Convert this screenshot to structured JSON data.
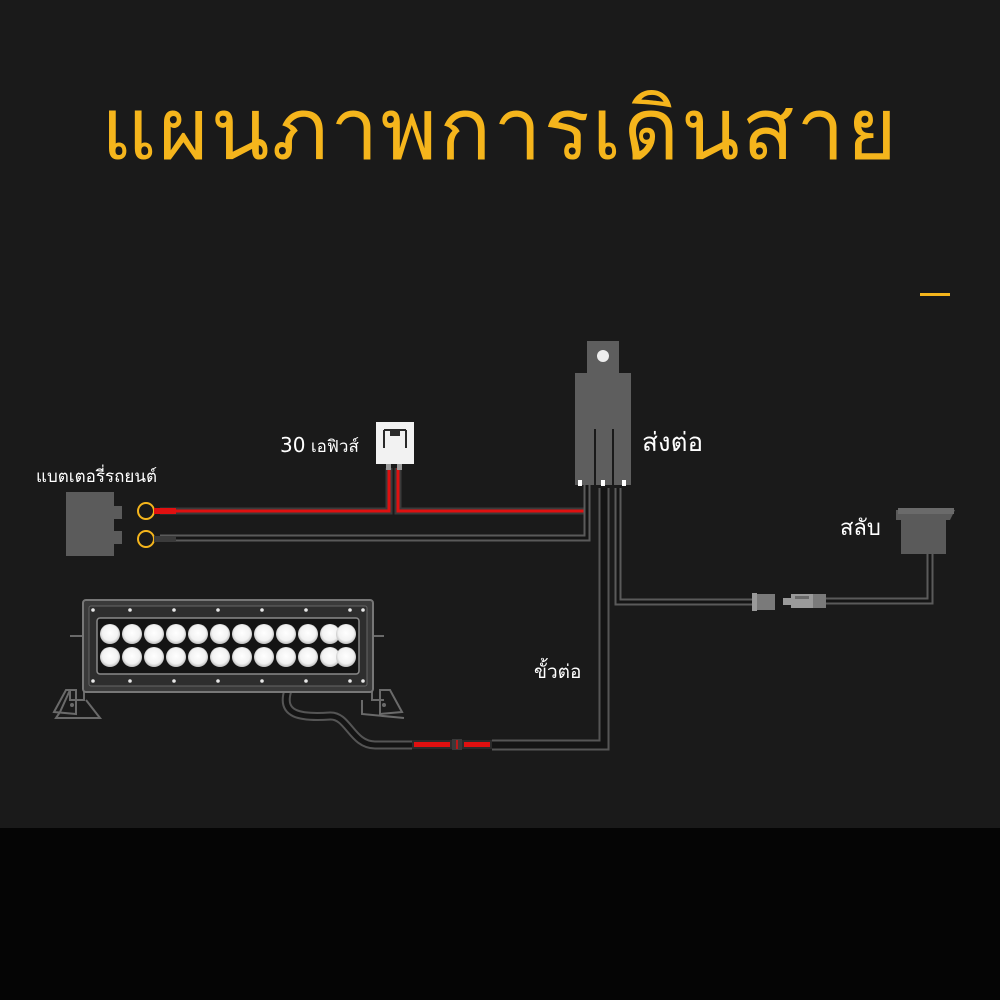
{
  "title": "แผนภาพการเดินสาย",
  "labels": {
    "battery": "แบตเตอรี่รถยนต์",
    "fuse_rating": "30",
    "fuse": "เอฟิวส์",
    "relay": "ส่งต่อ",
    "switch": "สลับ",
    "connector": "ขั้วต่อ"
  },
  "colors": {
    "accent": "#f5b51c",
    "positive_wire": "#e01010",
    "ground_wire": "#1b1b1b",
    "background": "#1a1a1a"
  },
  "icons": [
    "battery-icon",
    "fuse-icon",
    "relay-icon",
    "rocker-switch-icon",
    "led-light-bar-icon",
    "wire-connector-icon"
  ]
}
